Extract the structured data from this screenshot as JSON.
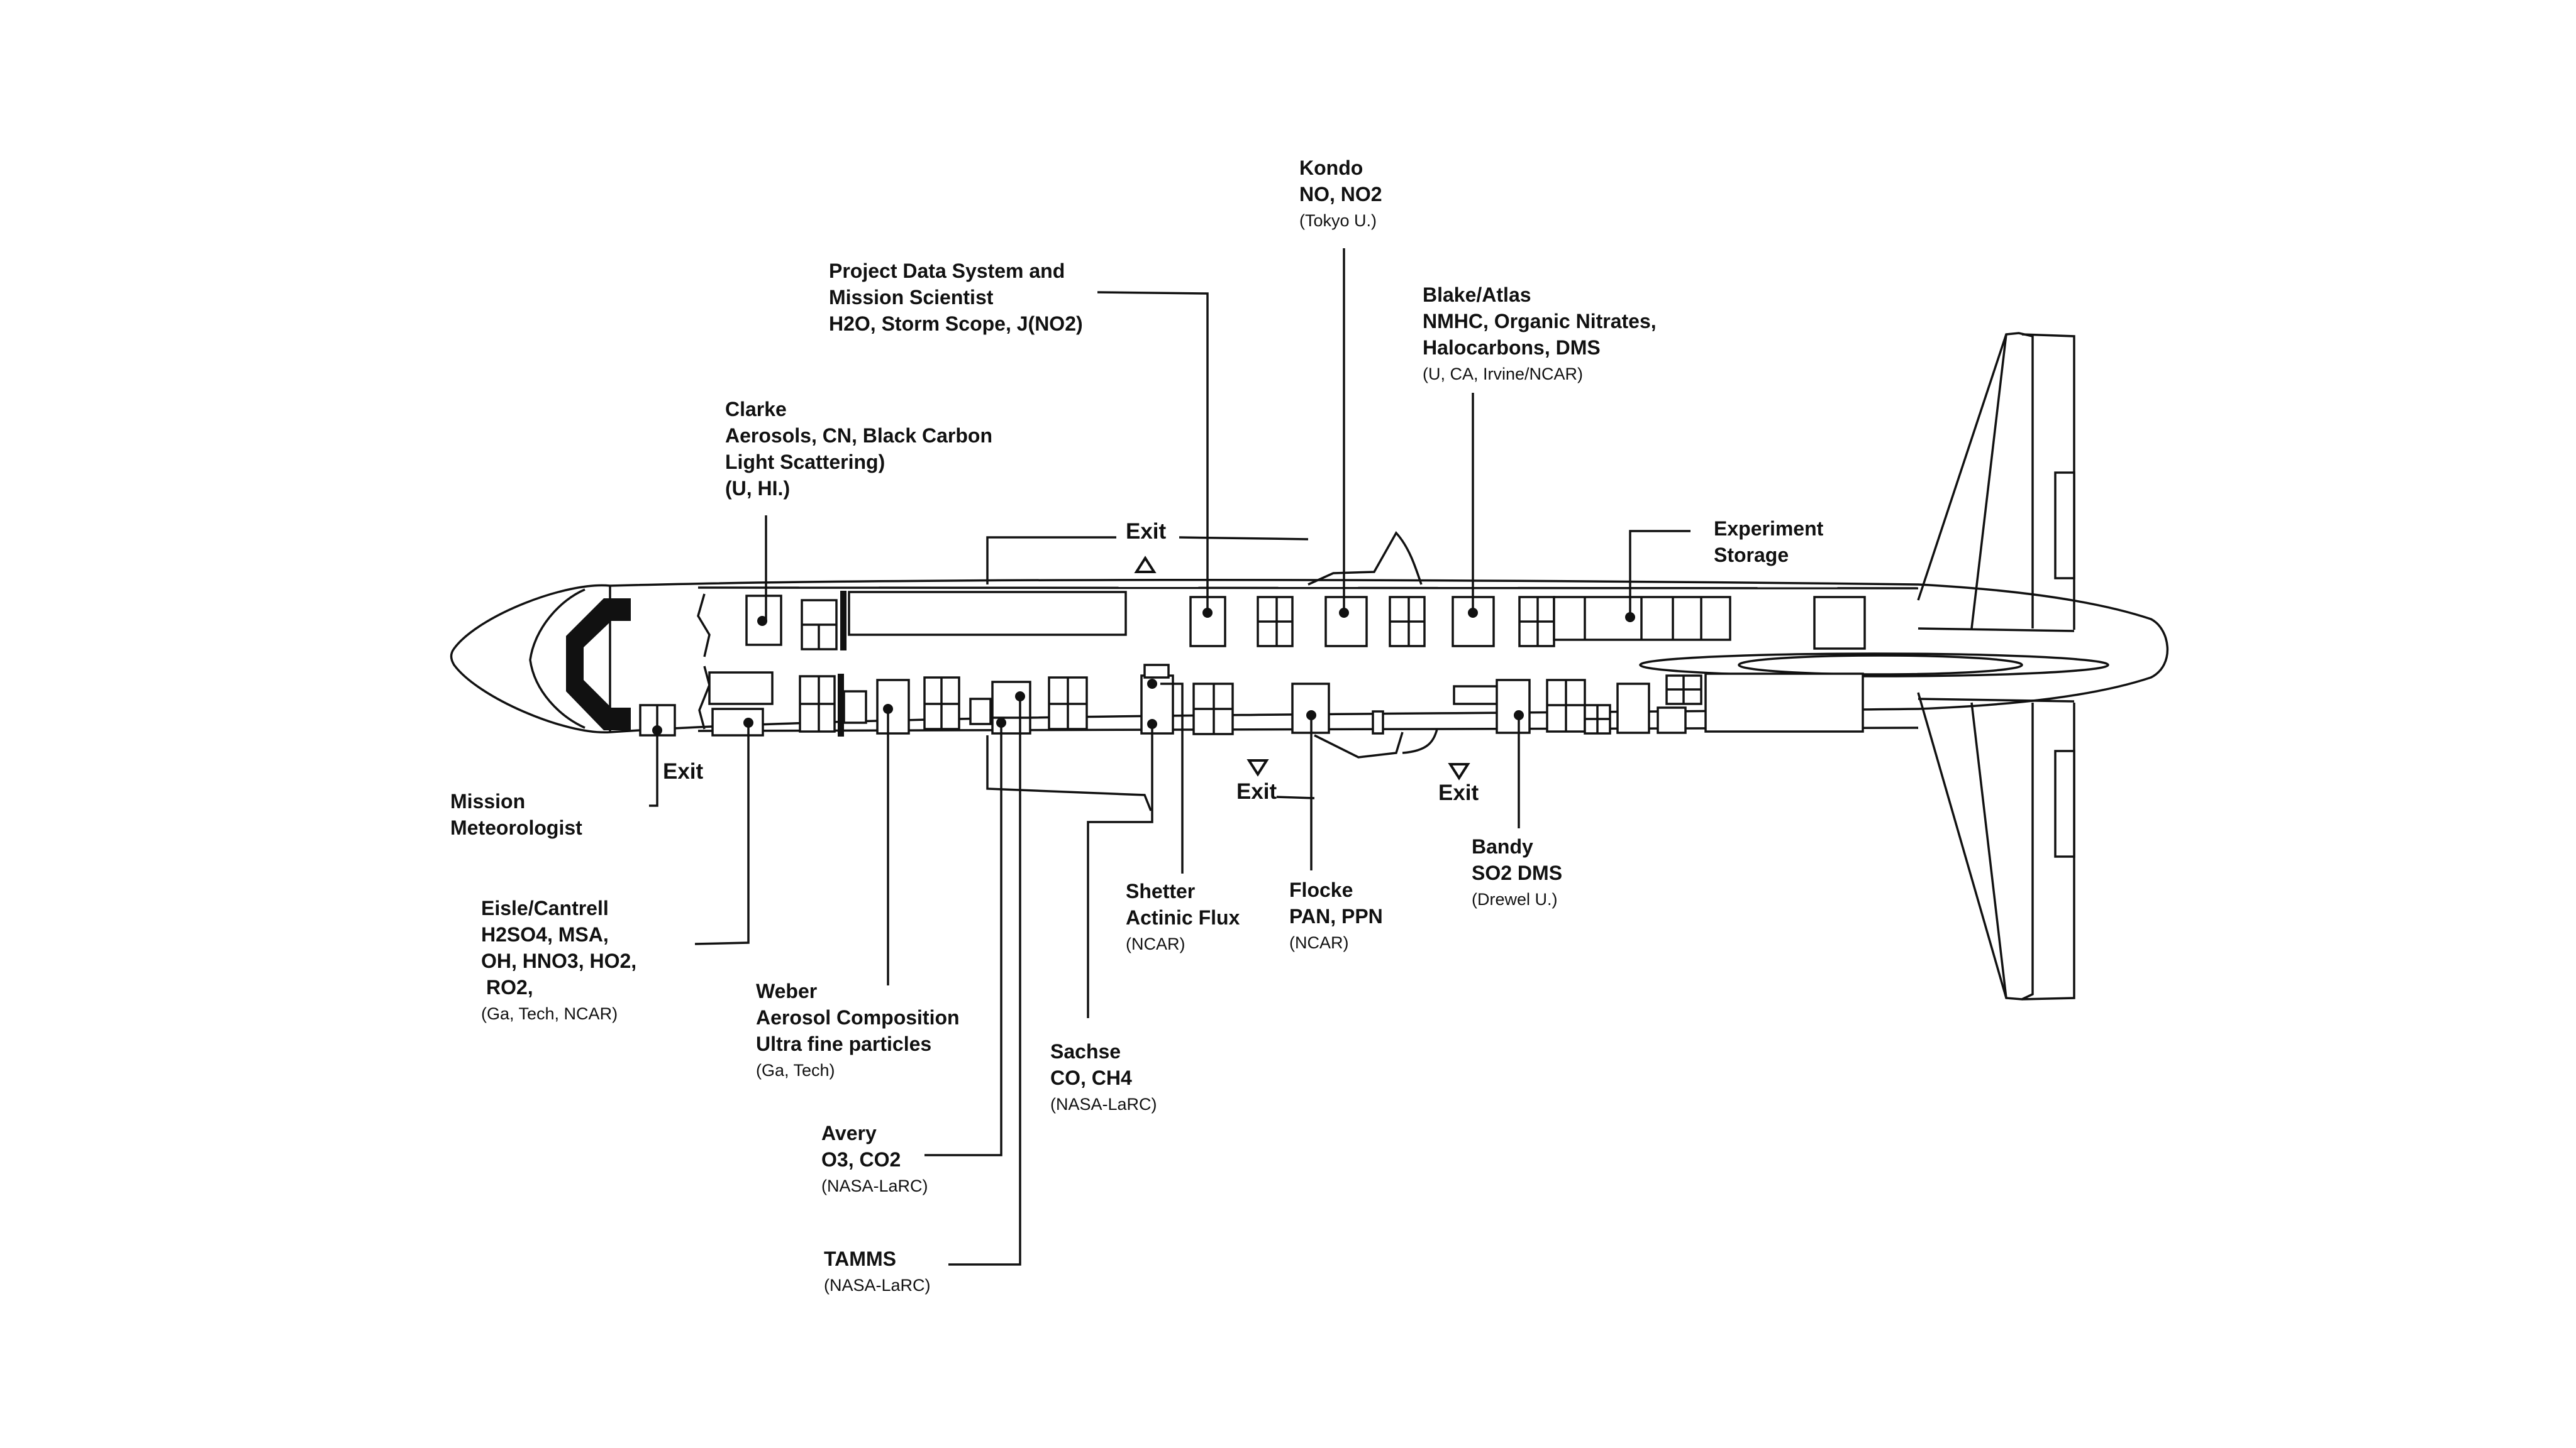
{
  "labels": {
    "kondo": {
      "name": "Kondo",
      "species": "NO, NO2",
      "org": "(Tokyo U.)"
    },
    "pds": {
      "line1": "Project Data System and",
      "line2": "Mission Scientist",
      "line3": "H2O, Storm Scope, J(NO2)"
    },
    "blake": {
      "name": "Blake/Atlas",
      "species1": "NMHC, Organic Nitrates,",
      "species2": "Halocarbons, DMS",
      "org": "(U, CA, Irvine/NCAR)"
    },
    "clarke": {
      "name": "Clarke",
      "species1": "Aerosols, CN, Black Carbon",
      "species2": "Light Scattering)",
      "org": "(U, HI.)"
    },
    "storage": {
      "line1": "Experiment",
      "line2": "Storage"
    },
    "meteorologist": {
      "line1": "Mission",
      "line2": "Meteorologist"
    },
    "eisle": {
      "name": "Eisle/Cantrell",
      "species1": "H2SO4, MSA,",
      "species2": "OH, HNO3, HO2,",
      "species3": "RO2,",
      "org": "(Ga, Tech, NCAR)"
    },
    "weber": {
      "name": "Weber",
      "species1": "Aerosol Composition",
      "species2": "Ultra fine particles",
      "org": "(Ga, Tech)"
    },
    "shetter": {
      "name": "Shetter",
      "species": "Actinic Flux",
      "org": "(NCAR)"
    },
    "flocke": {
      "name": "Flocke",
      "species": "PAN, PPN",
      "org": "(NCAR)"
    },
    "bandy": {
      "name": "Bandy",
      "species": "SO2 DMS",
      "org": "(Drewel U.)"
    },
    "sachse": {
      "name": "Sachse",
      "species": "CO, CH4",
      "org": "(NASA-LaRC)"
    },
    "avery": {
      "name": "Avery",
      "species": "O3, CO2",
      "org": "(NASA-LaRC)"
    },
    "tamms": {
      "name": "TAMMS",
      "org": "(NASA-LaRC)"
    }
  },
  "exits": {
    "top": "Exit",
    "front_bottom": "Exit",
    "mid_bottom": "Exit",
    "rear_bottom": "Exit"
  },
  "colors": {
    "line": "#111111",
    "background": "#ffffff"
  }
}
